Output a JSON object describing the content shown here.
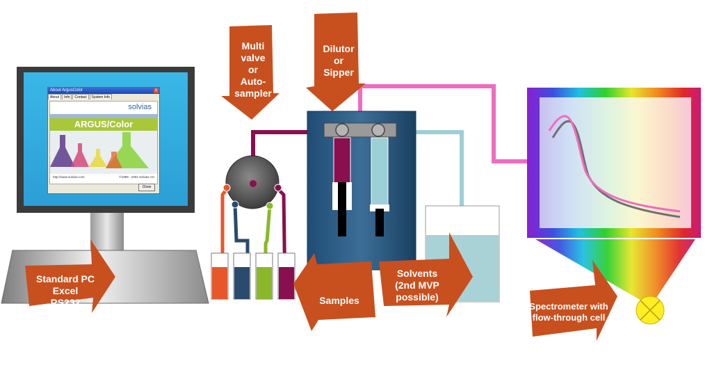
{
  "diagram": {
    "labels": {
      "pc": "Standard PC\nExcel\nRS232",
      "multivalve": "Multi\nvalve\nor\nAuto-\nsampler",
      "dilutor": "Dilutor\nor\nSipper",
      "samples": "Samples",
      "solvents": "Solvents\n(2nd MVP\npossible)",
      "spectrometer": "Spectrometer with\nflow-through cell"
    },
    "about_window": {
      "title": "About ArgusColor",
      "close_x": "x",
      "tabs": [
        "About",
        "Info",
        "Contact",
        "System Info"
      ],
      "brand": "solvias",
      "product": "ARGUS/Color",
      "url": "http://www.solvias.com",
      "copyright": "©1999 - 2002 Solvias AG",
      "close_button": "Close"
    },
    "colors": {
      "arrow": "#c8501e",
      "pink_tube": "#f06cc0",
      "maroon_tube": "#8a0f4e",
      "lightblue_tube": "#9ccfd6",
      "tube_orange": "#e8572a",
      "tube_navy": "#2b4a6e",
      "tube_green": "#8ab82a",
      "tube_maroon": "#8a0f4e"
    }
  }
}
